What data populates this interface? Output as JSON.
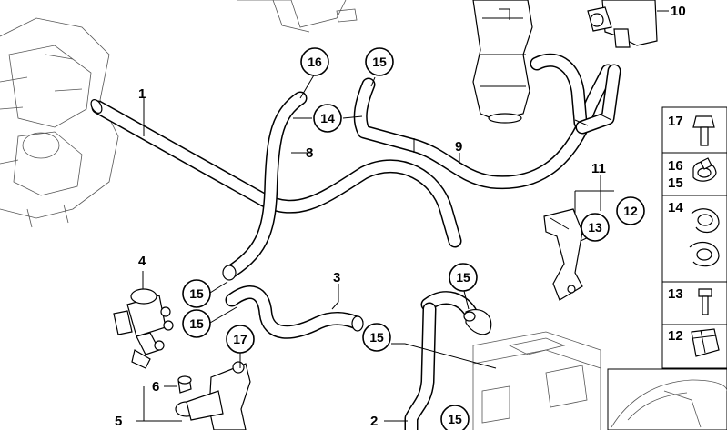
{
  "callouts": {
    "c1": "1",
    "c2": "2",
    "c3": "3",
    "c4": "4",
    "c5": "5",
    "c6": "6",
    "c8": "8",
    "c9": "9",
    "c10": "10",
    "c11": "11",
    "c12": "12",
    "c13": "13",
    "c14": "14",
    "c15": "15",
    "c16": "16",
    "c17": "17"
  },
  "side_panel": {
    "r1": "17",
    "r2a": "16",
    "r2b": "15",
    "r3": "14",
    "r4": "13",
    "r5": "12"
  }
}
